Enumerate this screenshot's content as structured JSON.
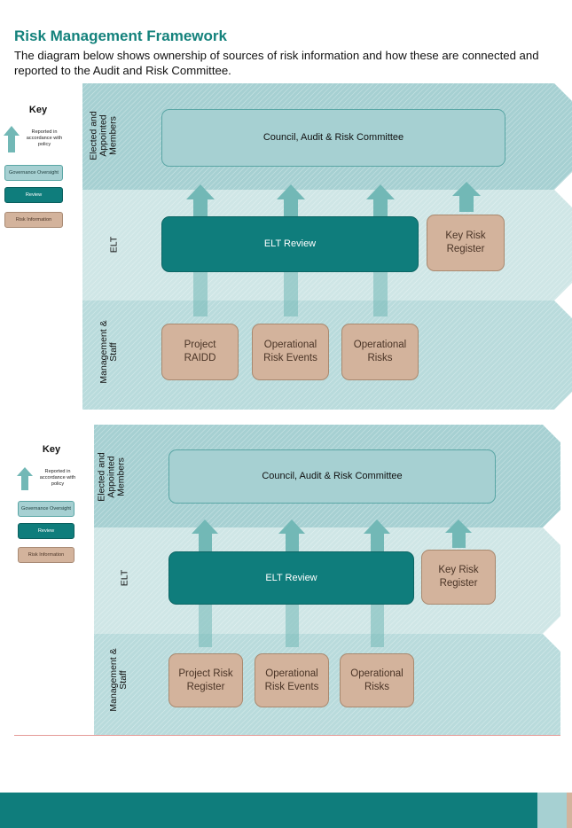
{
  "title": "Risk Management Framework",
  "intro": "The diagram below shows ownership of sources of risk information and how these are connected and reported to the Audit and Risk Committee.",
  "colors": {
    "heading": "#14827c",
    "band_top": "#a6d0d2",
    "band_mid": "#cfe6e6",
    "band_bottom": "#b9dbdc",
    "governance": "#a6d0d2",
    "review": "#0f7d7c",
    "risk_info": "#d3b39c",
    "arrow": "#72b8b6",
    "divider": "#e59a96"
  },
  "diagrams": [
    {
      "key": {
        "title": "Key",
        "arrow_note": "Reported in accordance with policy",
        "arrow_icon": "up-arrow-icon",
        "governance": "Governance Oversight",
        "review": "Review",
        "risk": "Risk Information"
      },
      "bands": [
        "Elected and Appointed Members",
        "ELT",
        "Management & Staff"
      ],
      "committee": "Council, Audit & Risk Committee",
      "review": "ELT Review",
      "key_register": "Key Risk Register",
      "sources": [
        "Project RAIDD",
        "Operational Risk Events",
        "Operational Risks"
      ]
    },
    {
      "key": {
        "title": "Key",
        "arrow_note": "Reported in accordance with policy",
        "arrow_icon": "up-arrow-icon",
        "governance": "Governance Oversight",
        "review": "Review",
        "risk": "Risk Information"
      },
      "bands": [
        "Elected and Appointed Members",
        "ELT",
        "Management & Staff"
      ],
      "committee": "Council, Audit & Risk Committee",
      "review": "ELT Review",
      "key_register": "Key Risk Register",
      "sources": [
        "Project Risk Register",
        "Operational Risk Events",
        "Operational Risks"
      ]
    }
  ]
}
